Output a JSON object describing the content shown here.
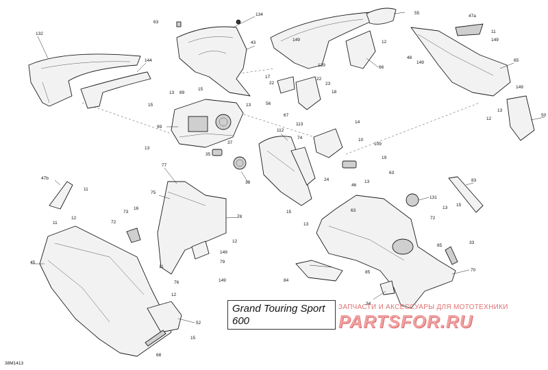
{
  "diagram": {
    "model_lines": [
      "Grand Touring Sport",
      "600"
    ],
    "document_code": "38M1413",
    "callouts": [
      "132",
      "144",
      "63",
      "134",
      "43",
      "149",
      "55",
      "47a",
      "11",
      "12",
      "149",
      "48",
      "149",
      "65",
      "13",
      "89",
      "15",
      "15",
      "13",
      "99",
      "13",
      "37",
      "35",
      "38",
      "17",
      "22",
      "56",
      "22",
      "23",
      "67",
      "139",
      "66",
      "18",
      "149",
      "50",
      "13",
      "12",
      "113",
      "14",
      "10",
      "109",
      "19",
      "112",
      "74",
      "24",
      "46",
      "13",
      "63",
      "131",
      "83",
      "47b",
      "11",
      "12",
      "11",
      "77",
      "75",
      "78",
      "73",
      "16",
      "72",
      "12",
      "149",
      "79",
      "45",
      "76",
      "12",
      "11",
      "149",
      "15",
      "63",
      "13",
      "13",
      "15",
      "72",
      "85",
      "33",
      "70",
      "84",
      "85",
      "34",
      "52",
      "15",
      "68"
    ]
  },
  "watermark": {
    "tagline": "ЗАПЧАСТИ И АКСЕССУАРЫ ДЛЯ МОТОТЕХНИКИ",
    "brand": "PARTSFOR.RU"
  }
}
